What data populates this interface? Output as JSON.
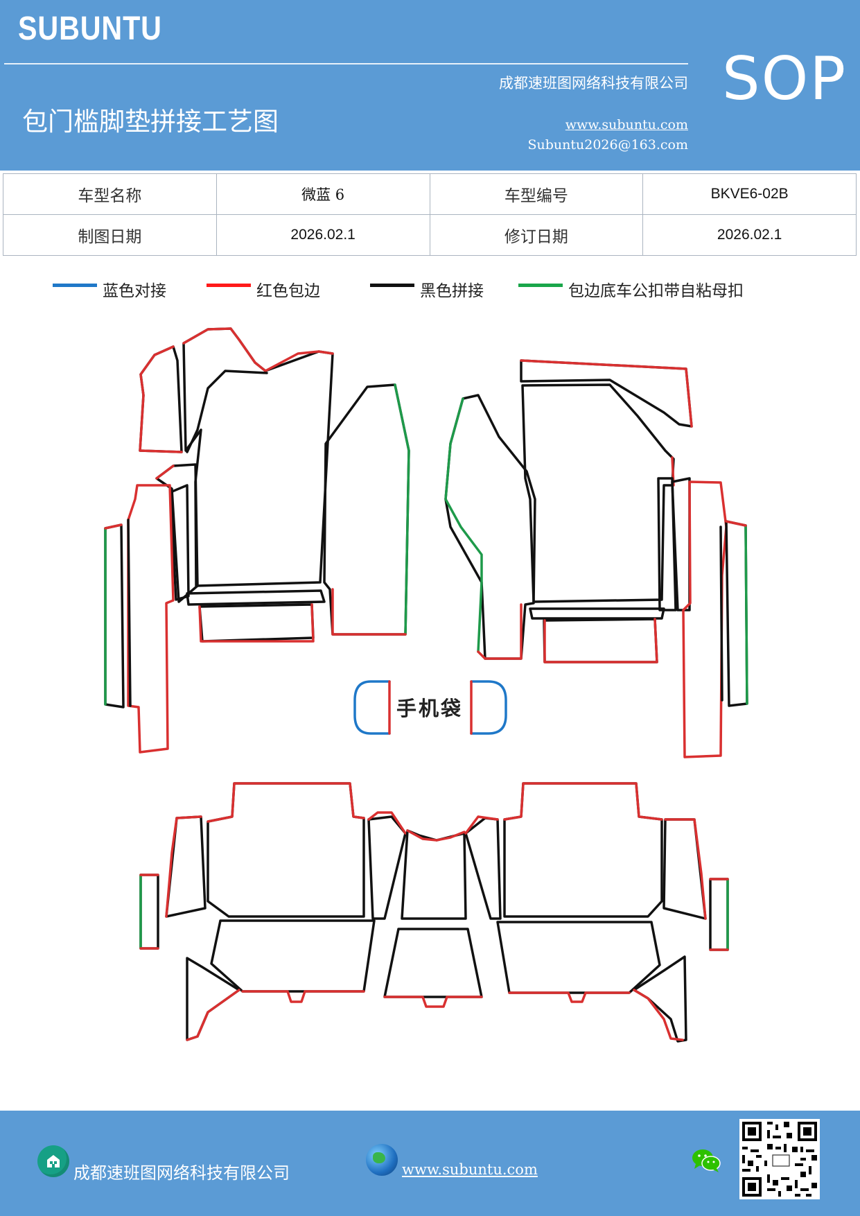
{
  "header": {
    "brand": "SUBUNTU",
    "company": "成都速班图网络科技有限公司",
    "title": "包门槛脚垫拼接工艺图",
    "website": "www.subuntu.com",
    "email": "Subuntu2026@163.com",
    "badge": "SOP"
  },
  "info_table": {
    "row1": [
      "车型名称",
      "微蓝 6",
      "车型编号",
      "BKVE6-02B"
    ],
    "row2": [
      "制图日期",
      "2026.02.1",
      "修订日期",
      "2026.02.1"
    ]
  },
  "legend": [
    {
      "label": "蓝色对接",
      "color": "#1f78c8"
    },
    {
      "label": "红色包边",
      "color": "#ff1a1a"
    },
    {
      "label": "黑色拼接",
      "color": "#111111"
    },
    {
      "label": "包边底车公扣带自粘母扣",
      "color": "#1aa64a"
    }
  ],
  "diagram": {
    "phone_bag_label": "手机袋",
    "colors": {
      "red": "#d93030",
      "black": "#111111",
      "green": "#1e9a4a",
      "blue": "#1f78c8"
    }
  },
  "footer": {
    "company": "成都速班图网络科技有限公司",
    "website": "www.subuntu.com",
    "icons": [
      "building-icon",
      "globe-icon",
      "wechat-icon",
      "qr-code"
    ]
  }
}
